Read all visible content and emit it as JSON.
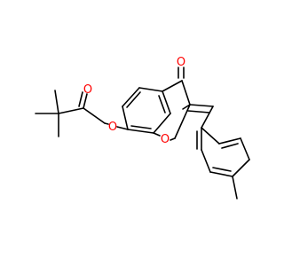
{
  "molecule": {
    "atoms": {
      "ester_carbonyl_o": {
        "symbol": "O",
        "color": "#ff0000"
      },
      "ester_ether_o": {
        "symbol": "O",
        "color": "#ff0000"
      },
      "ketone_o": {
        "symbol": "O",
        "color": "#ff0000"
      },
      "furan_o": {
        "symbol": "O",
        "color": "#ff0000"
      }
    },
    "bond_color": "#000000"
  }
}
